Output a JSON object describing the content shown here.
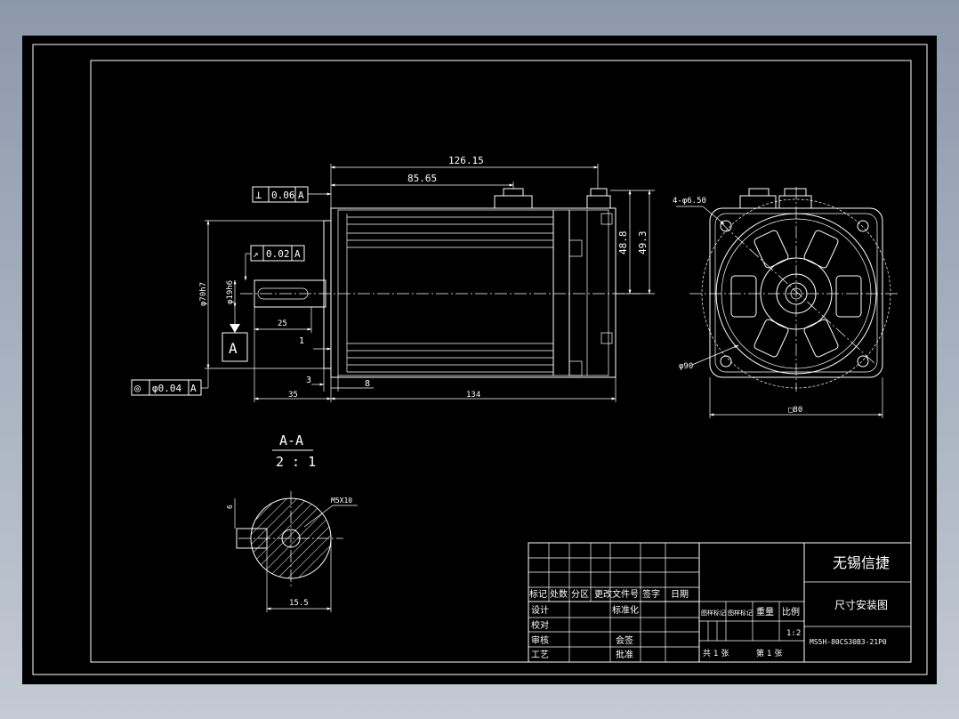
{
  "drawing": {
    "dims": {
      "total_len": "126.15",
      "body_len": "85.65",
      "height1": "48.8",
      "height2": "49.3",
      "shaft_len": "25",
      "gap1": "1",
      "gap3": "3",
      "gap8": "8",
      "shaft_ext": "35",
      "body134": "134",
      "pilot_dia": "φ70h7",
      "shaft_dia": "φ19h6",
      "holes": "4-φ6.50",
      "pcd": "φ90",
      "flange": "□80",
      "kw_len": "15.5",
      "kw_thread": "M5X10",
      "kw_depth": "6"
    },
    "tolerances": {
      "perp": {
        "symbol": "⊥",
        "value": "0.06",
        "ref": "A"
      },
      "runout": {
        "symbol": "↗",
        "value": "0.02",
        "ref": "A"
      },
      "concentric": {
        "symbol": "◎",
        "value": "φ0.04",
        "ref": "A"
      }
    },
    "datum": "A",
    "section": {
      "title": "A-A",
      "scale": "2 : 1"
    }
  },
  "title_block": {
    "company": "无锡信捷",
    "drawing_name": "尺寸安装图",
    "model": "MS5H-80CS30B3-21P0",
    "revision_headers": [
      "标记",
      "处数",
      "分区",
      "更改文件号",
      "签字",
      "日期"
    ],
    "rows": [
      {
        "role": "设计",
        "col2": "标准化"
      },
      {
        "role": "校对",
        "col2": ""
      },
      {
        "role": "审核",
        "col2": "会签"
      },
      {
        "role": "工艺",
        "col2": "批准"
      }
    ],
    "stage_headers": [
      "图样标记",
      "图样标记",
      "重量",
      "比例"
    ],
    "scale": "1:2",
    "sheets_total": "共 1 张",
    "sheet_no": "第 1 张"
  },
  "colors": {
    "background": "#000000",
    "line": "#ffffff",
    "frame_bg": "#8c99ab"
  }
}
